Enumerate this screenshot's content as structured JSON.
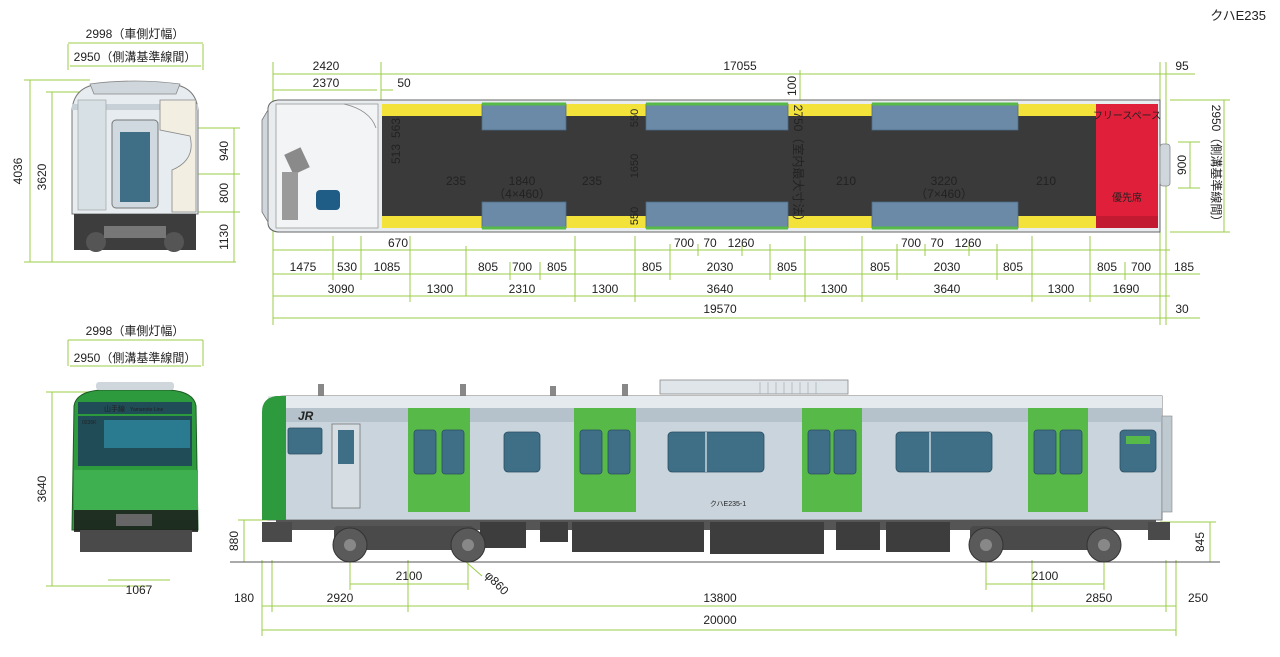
{
  "title": "クハE235",
  "colors": {
    "dim_line": "#9ccc48",
    "body_silver": "#c9d4dc",
    "body_light": "#e4eaee",
    "stripe_green": "#57b947",
    "window": "#3f6e87",
    "floor_dark": "#3a3a3a",
    "floor_yellow": "#f2e23a",
    "seat_blue": "#6a8aa8",
    "free_space_red": "#e0203a",
    "underfloor": "#3d3d3d",
    "front_green": "#2e9a3e",
    "front_dark": "#1f4c57"
  },
  "front_end_view": {
    "width_lamp": "2998（車側灯幅）",
    "width_gutter": "2950（側溝基準線間）",
    "overall_height": "4036",
    "body_height": "3620",
    "h940": "940",
    "h800": "800",
    "h1130": "1130"
  },
  "front_view": {
    "width_lamp": "2998（車側灯幅）",
    "width_gutter": "2950（側溝基準線間）",
    "height": "3640",
    "gauge": "1067",
    "destination": "山手線",
    "destination_en": "Yamanote Line",
    "train_no": "0235K"
  },
  "plan_view": {
    "top_dims": {
      "d2420": "2420",
      "d2370": "2370",
      "d50": "50",
      "d17055": "17055",
      "d100": "100",
      "d95": "95"
    },
    "cab_dims": {
      "d513": "513",
      "d563": "563"
    },
    "seat_dims": {
      "d235a": "235",
      "d1840": "1840",
      "d4x460": "（4×460）",
      "d235b": "235",
      "d210a": "210",
      "d3220": "3220",
      "d7x460": "（7×460）",
      "d210b": "210"
    },
    "width_dims": {
      "d550a": "550",
      "d1650": "1650",
      "d550b": "550",
      "d2750_label": "2750（室内最大寸法）"
    },
    "right_dims": {
      "d900": "900",
      "d2950": "2950（側溝基準線間）"
    },
    "free_space": "フリースペース",
    "priority_seat": "優先席",
    "row1": {
      "d670": "670",
      "d700a": "700",
      "d70a": "70",
      "d1260a": "1260",
      "d700b": "700",
      "d70b": "70",
      "d1260b": "1260"
    },
    "row2": {
      "d1475": "1475",
      "d530": "530",
      "d1085": "1085",
      "d805a": "805",
      "d700c": "700",
      "d805b": "805",
      "d805c": "805",
      "d2030a": "2030",
      "d805d": "805",
      "d805e": "805",
      "d2030b": "2030",
      "d805f": "805",
      "d805g": "805",
      "d700d": "700",
      "d185": "185"
    },
    "row3": {
      "d3090": "3090",
      "d1300a": "1300",
      "d2310": "2310",
      "d1300b": "1300",
      "d3640a": "3640",
      "d1300c": "1300",
      "d3640b": "3640",
      "d1300d": "1300",
      "d1690": "1690"
    },
    "row4": {
      "d19570": "19570",
      "d30": "30"
    }
  },
  "side_view": {
    "car_number": "クハE235-1",
    "h880": "880",
    "h845": "845",
    "wheelbase_left": "2100",
    "wheelbase_right": "2100",
    "wheel_dia": "φ860",
    "bottom1": {
      "d180": "180",
      "d2920": "2920",
      "d13800": "13800",
      "d2850": "2850",
      "d250": "250"
    },
    "bottom2": {
      "d20000": "20000"
    }
  }
}
